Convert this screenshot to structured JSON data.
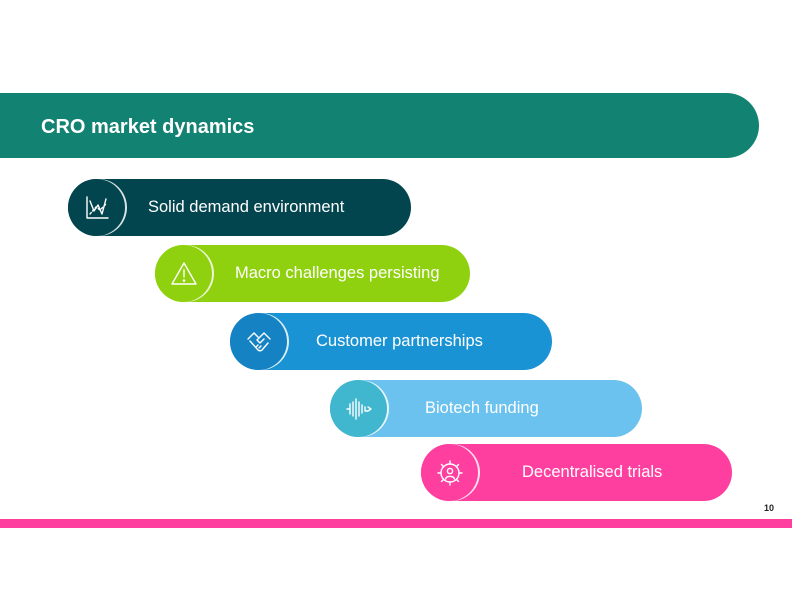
{
  "slide": {
    "title": "CRO market dynamics",
    "page_number": "10",
    "colors": {
      "title_bar": "#128272",
      "bottom_line": "#ff3fa0"
    }
  },
  "items": [
    {
      "label": "Solid demand environment",
      "icon": "chart-icon",
      "color": "#03454f",
      "head_color": "#03454f"
    },
    {
      "label": "Macro challenges persisting",
      "icon": "warning-icon",
      "color": "#8fd10e",
      "head_color": "#8fd10e"
    },
    {
      "label": "Customer partnerships",
      "icon": "handshake-icon",
      "color": "#1a93d5",
      "head_color": "#1583c3"
    },
    {
      "label": "Biotech funding",
      "icon": "waveform-icon",
      "color": "#6bc2ee",
      "head_color": "#41b6cf"
    },
    {
      "label": "Decentralised trials",
      "icon": "person-gear-icon",
      "color": "#ff3fa0",
      "head_color": "#ff3fa0"
    }
  ]
}
